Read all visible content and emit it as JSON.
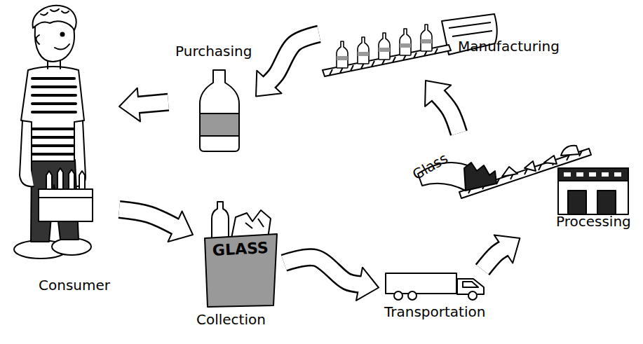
{
  "diagram": {
    "nodes": [
      {
        "text": [
          "Purchasing"
        ]
      },
      {
        "text": [
          "Manufacturing"
        ]
      },
      {
        "text": [
          "Processing"
        ]
      },
      {
        "text": [
          "Consumer"
        ]
      },
      {
        "text": [
          "Collection"
        ]
      },
      {
        "text": [
          "Transportation"
        ]
      }
    ],
    "edges": [
      {
        "from": 3,
        "to": 4,
        "arrow": "to"
      },
      {
        "from": 4,
        "to": 5,
        "arrow": "to"
      },
      {
        "from": 5,
        "to": 2,
        "arrow": "to"
      },
      {
        "from": 2,
        "to": 1,
        "arrow": "to"
      },
      {
        "from": 1,
        "to": 0,
        "arrow": "to"
      },
      {
        "from": 0,
        "to": 3,
        "arrow": "to"
      }
    ],
    "labels": [
      "GLASS",
      "Glass"
    ]
  }
}
